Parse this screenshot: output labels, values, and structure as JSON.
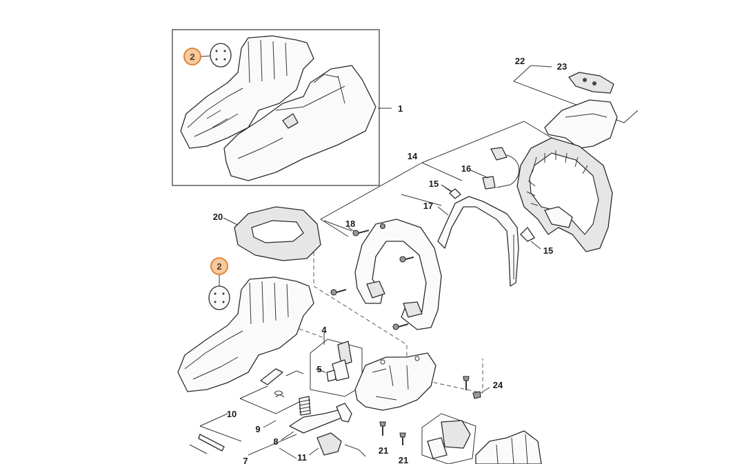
{
  "callouts": {
    "c1": "1",
    "c2a": "2",
    "c2b": "2",
    "c4": "4",
    "c5": "5",
    "c7": "7",
    "c8": "8",
    "c9": "9",
    "c10": "10",
    "c11": "11",
    "c14": "14",
    "c15a": "15",
    "c15b": "15",
    "c16": "16",
    "c17": "17",
    "c18": "18",
    "c20": "20",
    "c21a": "21",
    "c21b": "21",
    "c22": "22",
    "c23": "23",
    "c24": "24"
  },
  "colors": {
    "highlight_fill": "#f6c9a0",
    "highlight_stroke": "#e07b2a",
    "line": "#2a2a2a"
  }
}
